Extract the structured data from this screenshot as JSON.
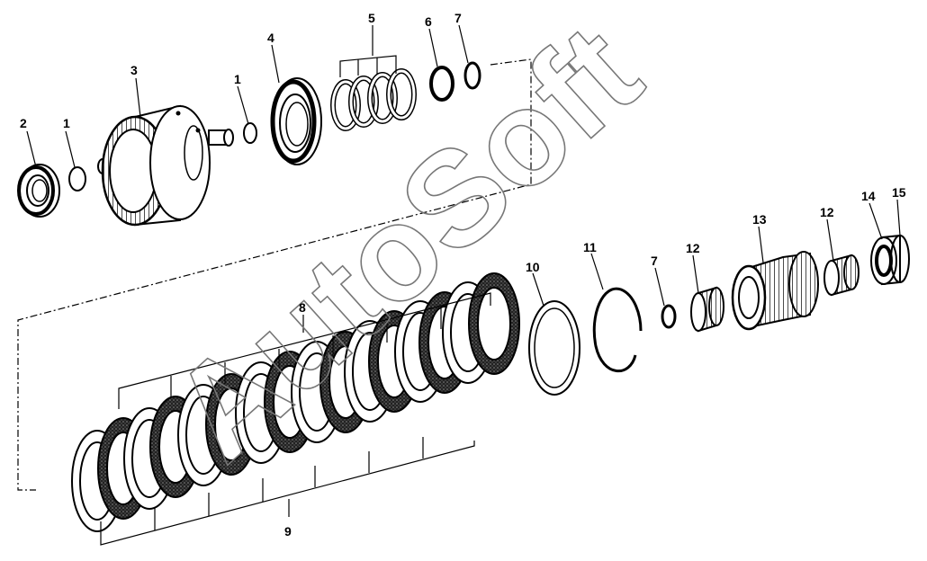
{
  "watermark": "AutoSoft",
  "callouts": [
    {
      "id": "2",
      "text": "2"
    },
    {
      "id": "1a",
      "text": "1"
    },
    {
      "id": "3",
      "text": "3"
    },
    {
      "id": "1b",
      "text": "1"
    },
    {
      "id": "4",
      "text": "4"
    },
    {
      "id": "5",
      "text": "5"
    },
    {
      "id": "6",
      "text": "6"
    },
    {
      "id": "7a",
      "text": "7"
    },
    {
      "id": "8",
      "text": "8"
    },
    {
      "id": "9",
      "text": "9"
    },
    {
      "id": "10",
      "text": "10"
    },
    {
      "id": "11",
      "text": "11"
    },
    {
      "id": "7b",
      "text": "7"
    },
    {
      "id": "12a",
      "text": "12"
    },
    {
      "id": "13",
      "text": "13"
    },
    {
      "id": "12b",
      "text": "12"
    },
    {
      "id": "14",
      "text": "14"
    },
    {
      "id": "15",
      "text": "15"
    }
  ]
}
